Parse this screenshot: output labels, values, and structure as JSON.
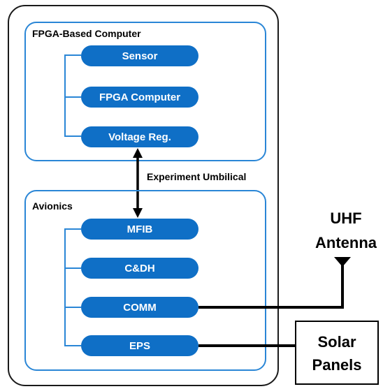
{
  "colors": {
    "pill_fill": "#0f6fc6",
    "group_border": "#2a86d6",
    "outer_border": "#1a1a1a",
    "connector": "#000000"
  },
  "fpga_group": {
    "title": "FPGA-Based Computer",
    "items": [
      "Sensor",
      "FPGA Computer",
      "Voltage Reg."
    ]
  },
  "umbilical_label": "Experiment Umbilical",
  "avionics_group": {
    "title": "Avionics",
    "items": [
      "MFIB",
      "C&DH",
      "COMM",
      "EPS"
    ]
  },
  "antenna": {
    "line1": "UHF",
    "line2": "Antenna"
  },
  "solar": {
    "line1": "Solar",
    "line2": "Panels"
  }
}
